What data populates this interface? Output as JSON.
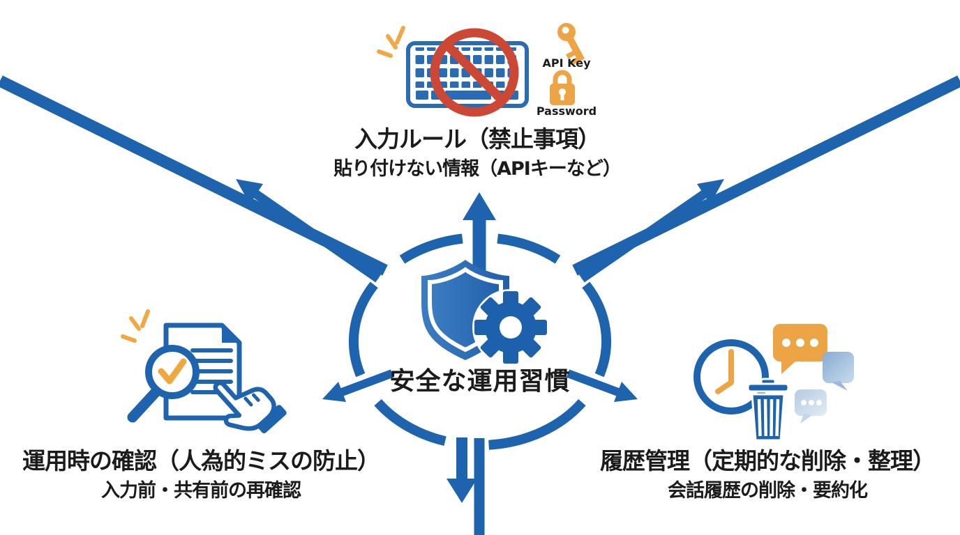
{
  "center": {
    "label": "安全な運用習慣"
  },
  "top_section": {
    "title": "入力ルール（禁止事項）",
    "subtitle": "貼り付けない情報（APIキーなど）",
    "api_key_label": "API Key",
    "password_label": "Password"
  },
  "left_section": {
    "title": "運用時の確認（人為的ミスの防止）",
    "subtitle": "入力前・共有前の再確認"
  },
  "right_section": {
    "title": "履歴管理（定期的な削除・整理）",
    "subtitle": "会話履歴の削除・要約化"
  },
  "colors": {
    "primary_blue": "#1e63ae",
    "key_blue": "#2a6cb3",
    "accent_orange": "#eca444",
    "prohibit_red": "#cc4734",
    "text_black": "#1b1b1b",
    "pale_bubble_blue": "#b8cfe6"
  }
}
